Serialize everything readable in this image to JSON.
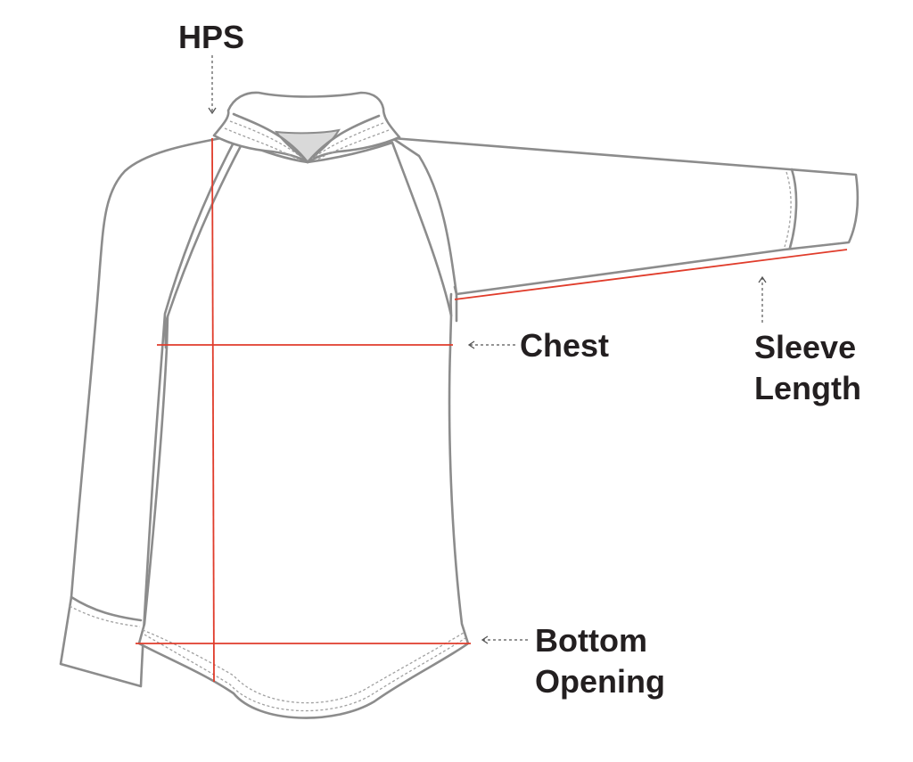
{
  "labels": {
    "hps": "HPS",
    "chest": "Chest",
    "sleeve_line1": "Sleeve",
    "sleeve_line2": "Length",
    "bottom_line1": "Bottom",
    "bottom_line2": "Opening"
  },
  "colors": {
    "outline": "#8c8c8c",
    "measurement_line": "#e03c2b",
    "label_text": "#231f20",
    "collar_fill": "#d9d9d9"
  }
}
